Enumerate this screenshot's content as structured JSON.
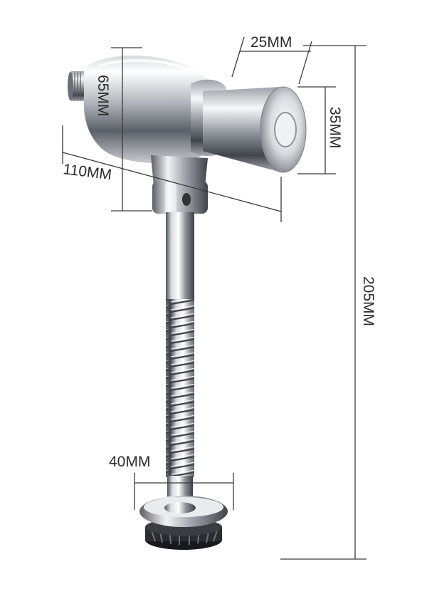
{
  "dimensions": {
    "button_width": "25MM",
    "body_height": "65MM",
    "button_diameter": "35MM",
    "body_length": "110MM",
    "total_height": "205MM",
    "base_diameter": "40MM"
  },
  "colors": {
    "chrome_light": "#f4f5f7",
    "chrome_mid": "#b9bcc2",
    "chrome_dark": "#4d5158",
    "chrome_black": "#1d1f23",
    "dimension_line": "#3a3a3a"
  }
}
